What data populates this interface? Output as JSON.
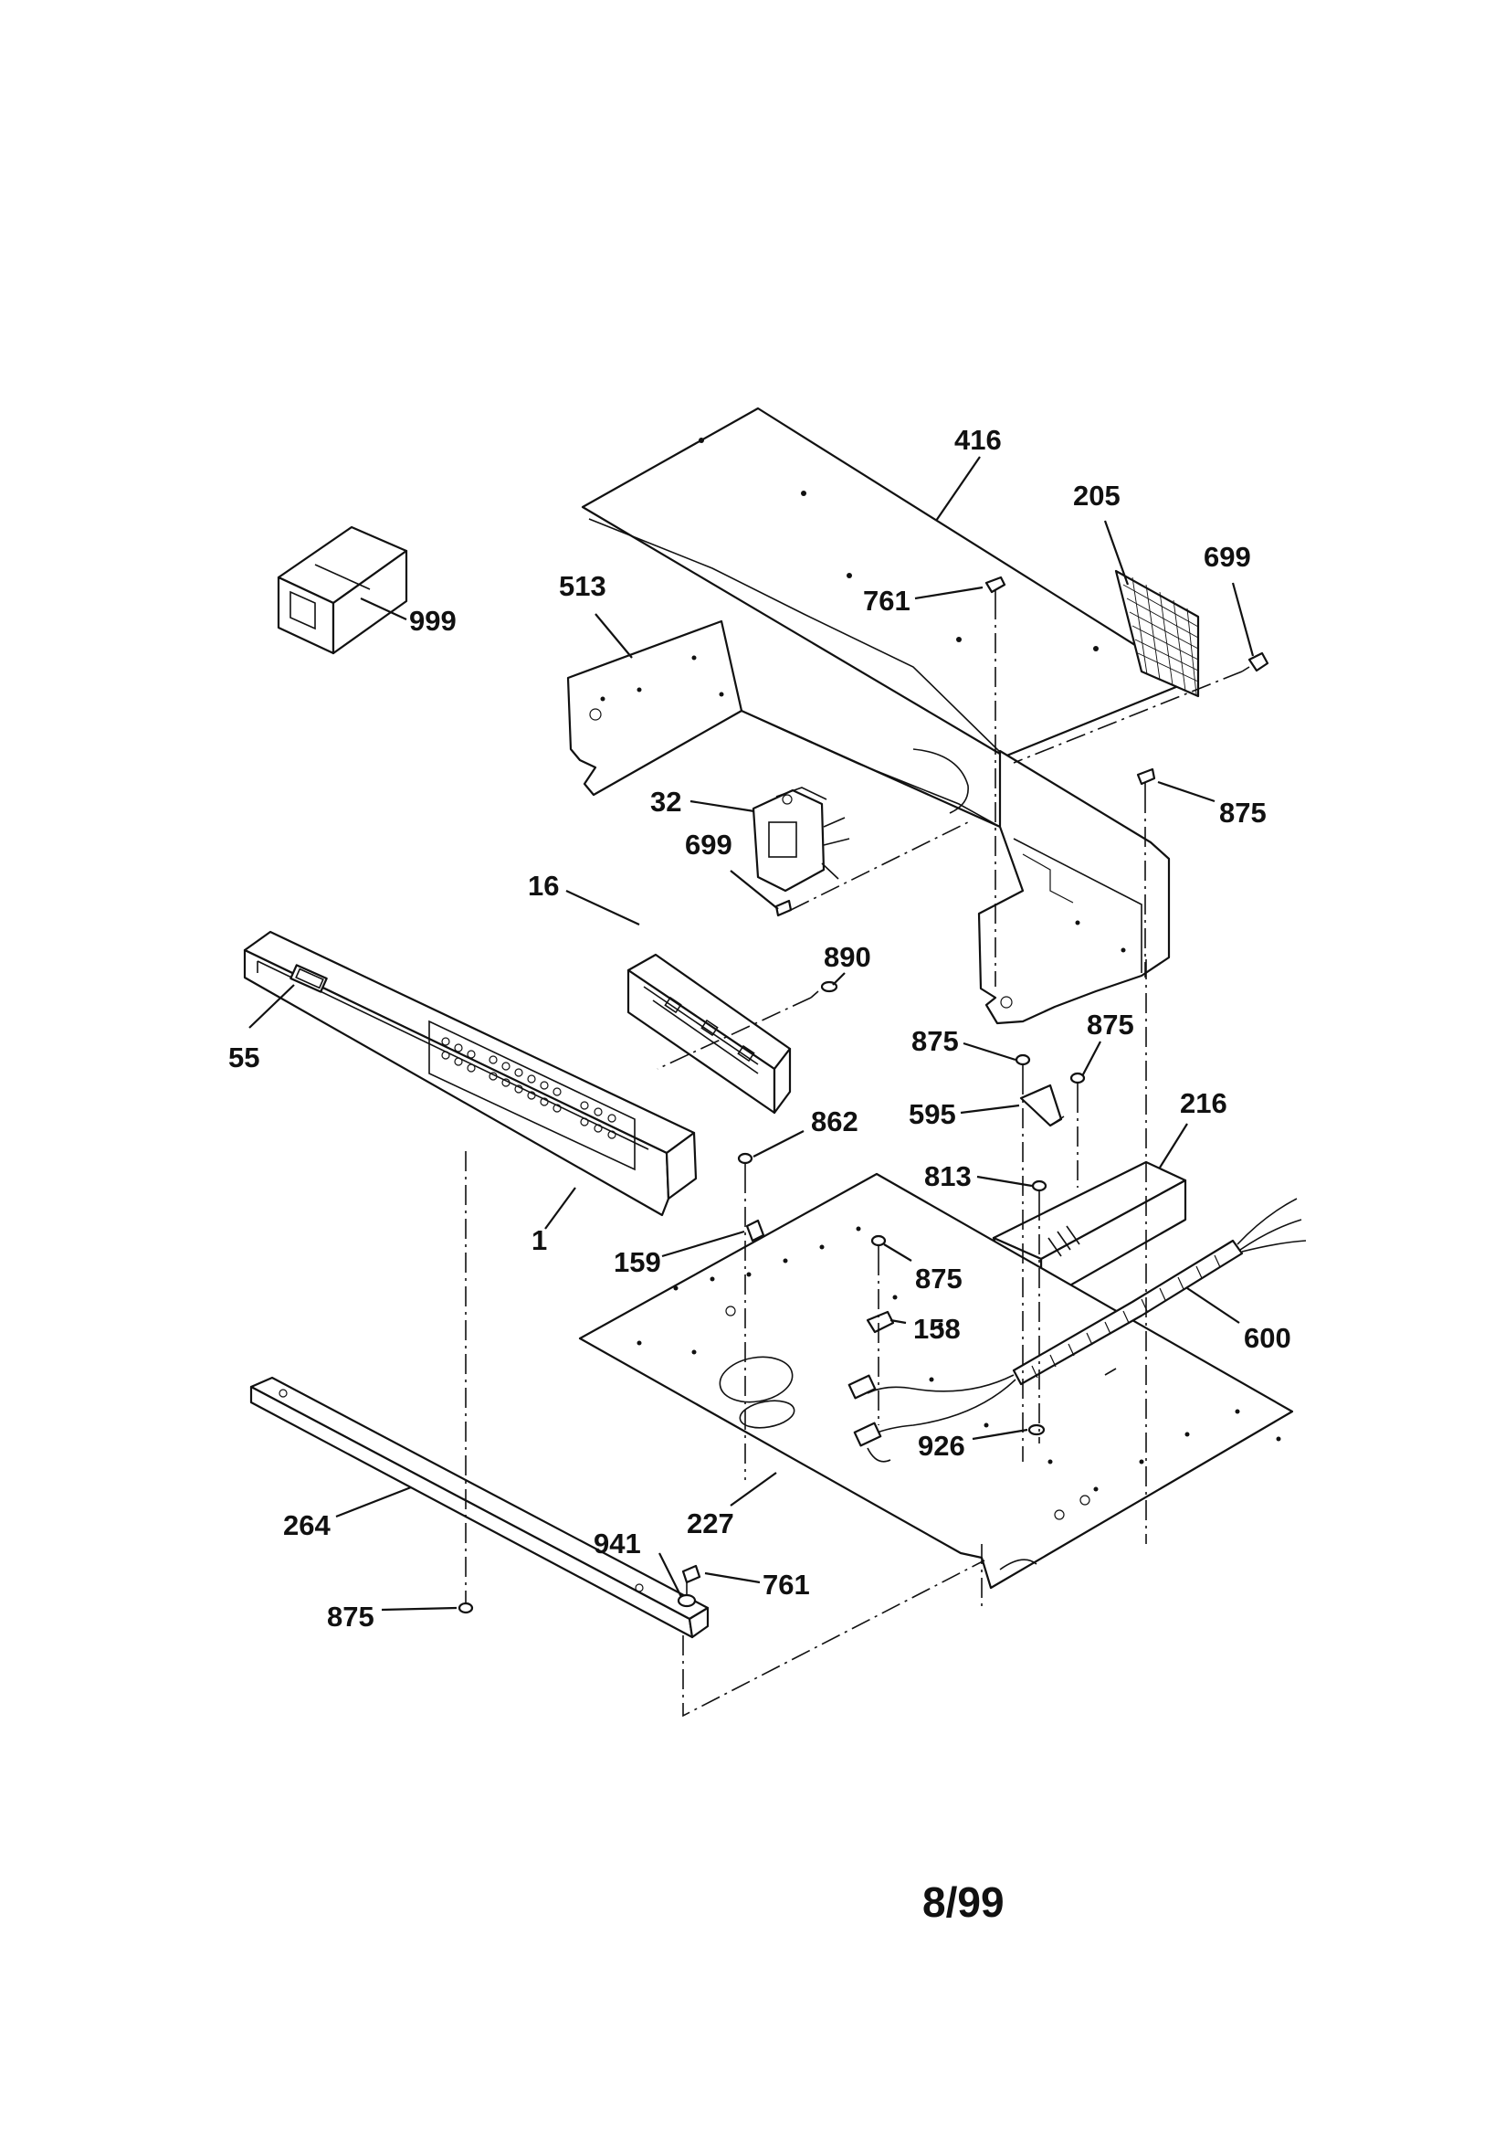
{
  "page_label": "8/99",
  "callouts": {
    "c416": "416",
    "c205": "205",
    "c699a": "699",
    "c513": "513",
    "c761a": "761",
    "c999": "999",
    "c875a": "875",
    "c32": "32",
    "c699b": "699",
    "c16": "16",
    "c890": "890",
    "c55": "55",
    "c875b": "875",
    "c875c": "875",
    "c595": "595",
    "c216": "216",
    "c862": "862",
    "c813": "813",
    "c1": "1",
    "c159": "159",
    "c875d": "875",
    "c158": "158",
    "c600": "600",
    "c926": "926",
    "c264": "264",
    "c227": "227",
    "c941": "941",
    "c761b": "761",
    "c875e": "875"
  }
}
